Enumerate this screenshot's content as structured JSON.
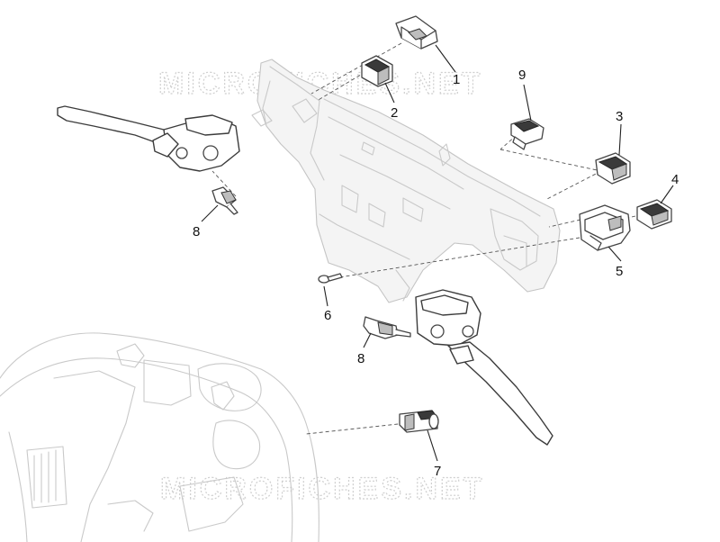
{
  "watermark": {
    "text": "MICROFICHES.NET"
  },
  "callouts": {
    "c1": "1",
    "c2": "2",
    "c3": "3",
    "c4": "4",
    "c5": "5",
    "c6": "6",
    "c7": "7",
    "c8a": "8",
    "c8b": "8",
    "c9": "9"
  },
  "colors": {
    "line": "#444444",
    "ghost": "#c9c9c9",
    "watermark": "#cfcfcf"
  }
}
